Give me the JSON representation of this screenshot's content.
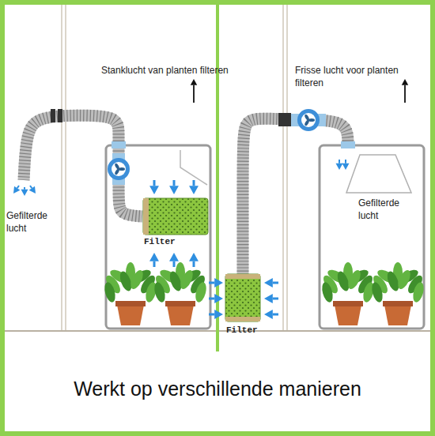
{
  "diagram": {
    "caption": "Werkt op verschillende manieren",
    "nodes": [
      {
        "text": [
          "Filter"
        ]
      },
      {
        "text": [
          "Filter"
        ]
      }
    ],
    "labels": [
      "Stanklucht van planten filteren",
      "Gefilterde lucht",
      "Frisse lucht voor planten filteren",
      "Gefilterde lucht"
    ]
  }
}
